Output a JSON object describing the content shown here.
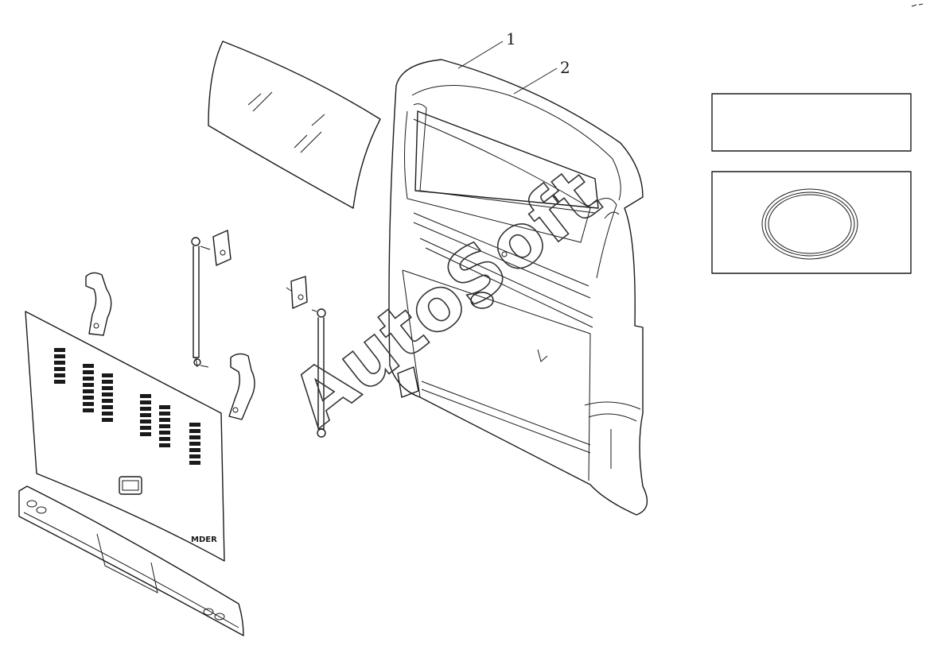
{
  "callouts": [
    {
      "label": "1"
    },
    {
      "label": "2"
    }
  ],
  "watermark": "AutoSoft",
  "badge_text": "MDER",
  "colors": {
    "ink": "#1a1a1a",
    "background": "#ffffff"
  }
}
